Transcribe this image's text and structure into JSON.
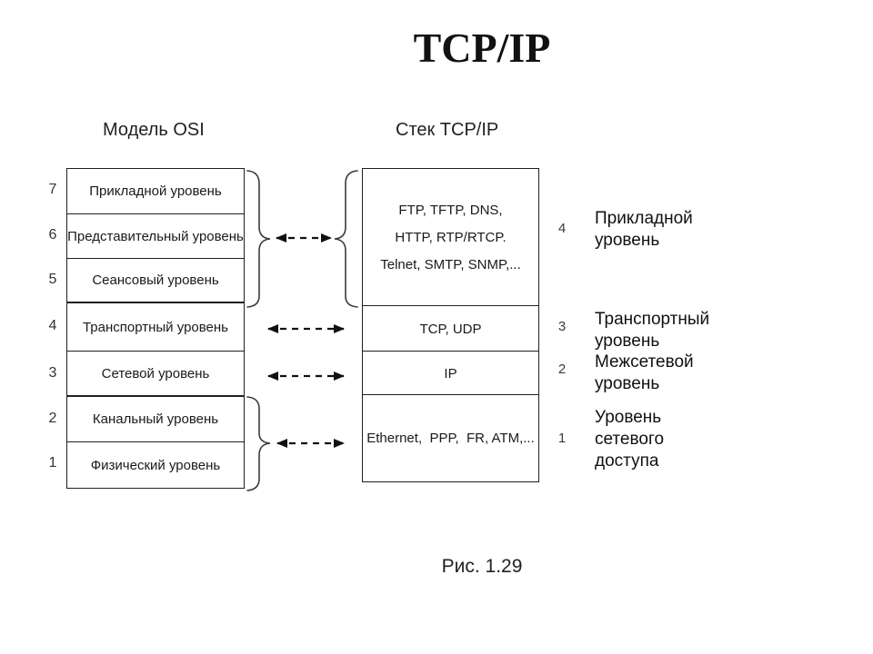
{
  "title": "TCP/IP",
  "caption": "Рис. 1.29",
  "osi": {
    "header": "Модель OSI",
    "layers": [
      {
        "num": "7",
        "label": "Прикладной уровень"
      },
      {
        "num": "6",
        "label": "Представительный уровень"
      },
      {
        "num": "5",
        "label": "Сеансовый уровень"
      },
      {
        "num": "4",
        "label": "Транспортный уровень"
      },
      {
        "num": "3",
        "label": "Сетевой уровень"
      },
      {
        "num": "2",
        "label": "Канальный уровень"
      },
      {
        "num": "1",
        "label": "Физический уровень"
      }
    ]
  },
  "tcpip": {
    "header": "Стек TCP/IP",
    "boxes": [
      {
        "num": "4",
        "lines": [
          "FTP, TFTP, DNS,",
          "HTTP, RTP/RTCP.",
          "Telnet, SMTP, SNMP,..."
        ],
        "label_lines": [
          "Прикладной",
          "уровень"
        ]
      },
      {
        "num": "3",
        "lines": [
          "TCP, UDP"
        ],
        "label_lines": [
          "Транспортный",
          "уровень"
        ]
      },
      {
        "num": "2",
        "lines": [
          "IP"
        ],
        "label_lines": [
          "Межсетевой",
          "уровень"
        ]
      },
      {
        "num": "1",
        "lines": [
          "Ethernet,  PPP,  FR, ATM,..."
        ],
        "label_lines": [
          "Уровень",
          "сетевого",
          "доступа"
        ]
      }
    ]
  }
}
